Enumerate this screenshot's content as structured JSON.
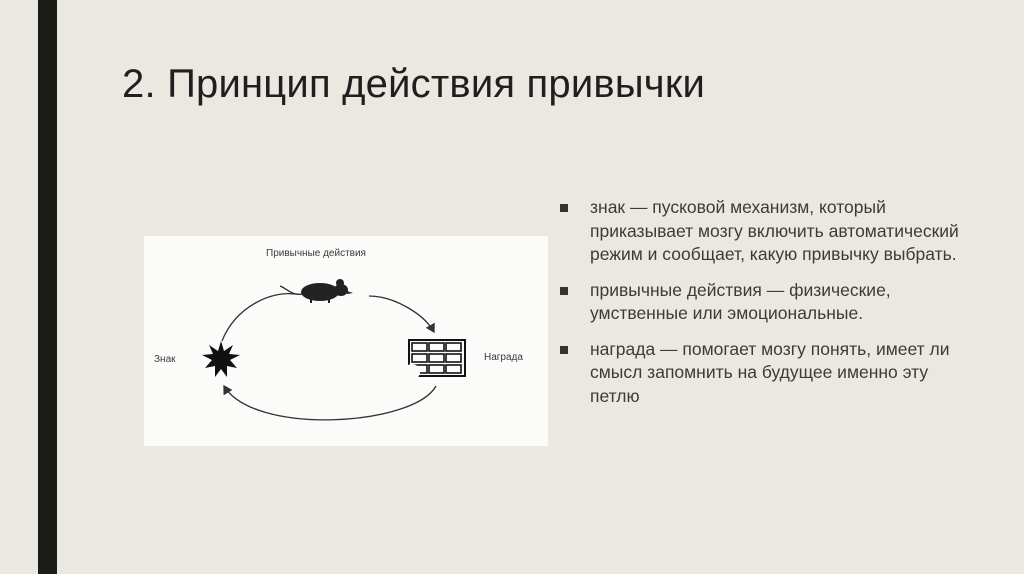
{
  "slide": {
    "title": "2. Принцип действия привычки"
  },
  "diagram": {
    "label_top": "Привычные действия",
    "label_left": "Знак",
    "label_right": "Награда"
  },
  "bullets": [
    {
      "text": "знак — пусковой механизм, который приказывает мозгу включить автоматический режим и сообщает, какую привычку выбрать."
    },
    {
      "text": "привычные действия — физические, умственные или эмоциональные."
    },
    {
      "text": "награда — помогает мозгу понять, имеет ли смысл запомнить на будущее именно эту петлю"
    }
  ]
}
